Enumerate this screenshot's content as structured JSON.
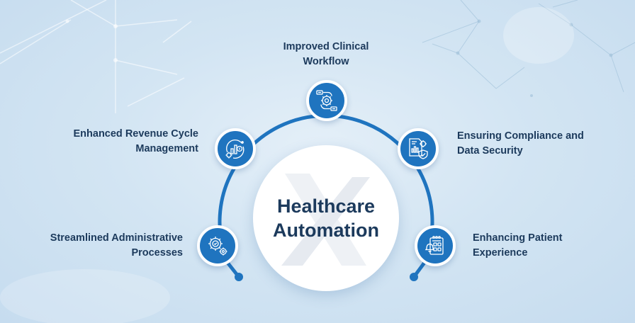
{
  "diagram": {
    "title_line1": "Healthcare",
    "title_line2": "Automation",
    "colors": {
      "accent": "#1f74bf",
      "text": "#1c3a5c",
      "background": "#d3e5f3",
      "center_fill": "#ffffff"
    },
    "nodes": [
      {
        "id": "streamlined-admin",
        "icon": "gears-check-icon",
        "label_line1": "Streamlined Administrative",
        "label_line2": "Processes"
      },
      {
        "id": "revenue-cycle",
        "icon": "revenue-chart-cycle-icon",
        "label_line1": "Enhanced Revenue Cycle",
        "label_line2": "Management"
      },
      {
        "id": "clinical-workflow",
        "icon": "workflow-gear-icon",
        "label_line1": "Improved Clinical",
        "label_line2": "Workflow"
      },
      {
        "id": "compliance-security",
        "icon": "document-shield-icon",
        "label_line1": "Ensuring Compliance and",
        "label_line2": "Data Security"
      },
      {
        "id": "patient-experience",
        "icon": "calendar-bell-icon",
        "label_line1": "Enhancing Patient",
        "label_line2": "Experience"
      }
    ]
  }
}
